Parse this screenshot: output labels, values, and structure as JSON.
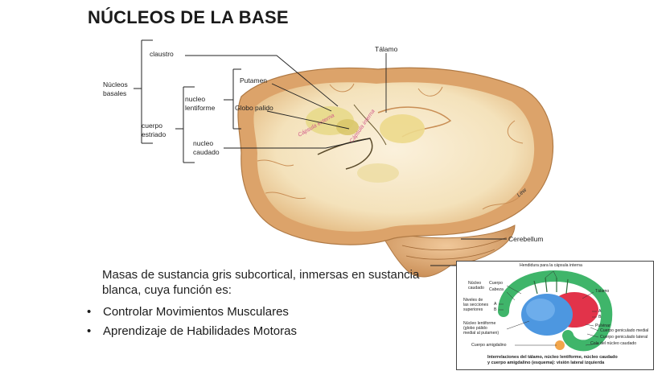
{
  "title": "NÚCLEOS DE LA BASE",
  "labels": {
    "claustro": "claustro",
    "talamo": "Tálamo",
    "nucleos_basales": [
      "Núcleos",
      "basales"
    ],
    "putamen": "Putamen",
    "globo_palido": "Globo palido",
    "nucleo_lentiforme": [
      "nucleo",
      "lentiforme"
    ],
    "cuerpo_estriado": [
      "cuerpo",
      "estriado"
    ],
    "nucleo_caudado": [
      "nucleo",
      "caudado"
    ],
    "cerebellum": "Cerebellum",
    "signature": "Lew",
    "capsula_externa": "Cápsula externa",
    "capsula_interna": "Cápsula interna"
  },
  "description": "Masas de sustancia gris subcortical, inmersas en sustancia blanca, cuya función es:",
  "bullets": [
    "Controlar Movimientos Musculares",
    "Aprendizaje de Habilidades Motoras"
  ],
  "inset": {
    "hendidura": "Hendidura para la cápsula interna",
    "nucleo_caudado": [
      "Núcleo",
      "caudado"
    ],
    "cuerpo": "Cuerpo",
    "cabeza": "Cabeza",
    "niveles": [
      "Niveles de",
      "las secciones",
      "superiores"
    ],
    "a": "A",
    "b": "B",
    "nucleo_lentiforme": [
      "Núcleo lentiforme",
      "(globo pálido",
      "medial al putamen)"
    ],
    "cuerpo_amigdalino": "Cuerpo amigdalino",
    "talamo": "Tálamo",
    "pulvinar": "Pulvinar",
    "geniculado_medial": "Cuerpo geniculado medial",
    "geniculado_lateral": "Cuerpo geniculado lateral",
    "cola": "Cola del núcleo caudado",
    "caption": [
      "Interrelaciones del tálamo, núcleo lentiforme, núcleo caudado",
      "y cuerpo amigdalino (esquema): visión lateral izquierda"
    ]
  },
  "colors": {
    "brain_tissue": "#f6e6c4",
    "brain_cortex": "#d9a66c",
    "basal_nuclei": "#e8d98a",
    "caudate_green": "#3fb56a",
    "lentiform_blue": "#4d97e0",
    "thalamus_red": "#e2334a",
    "amygdala_orange": "#f2a54a"
  }
}
